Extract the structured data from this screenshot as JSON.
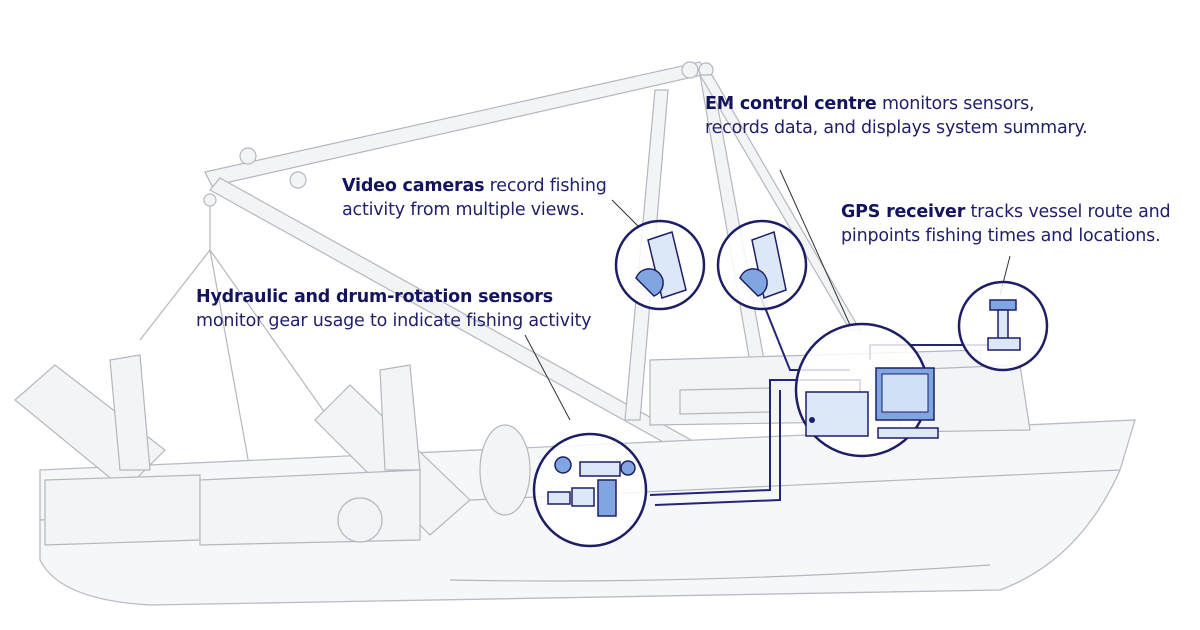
{
  "diagram": {
    "colors": {
      "text": "#1f1f6a",
      "outline": "#1e1e66",
      "device": "#7fa6e0",
      "vessel": "#b9bcc4"
    },
    "callouts": {
      "em_control": {
        "title": "EM control centre",
        "line1_rest": " monitors sensors,",
        "line2": "records data, and displays system summary."
      },
      "video_cameras": {
        "title": "Video cameras",
        "line1_rest": " record fishing",
        "line2": "activity from multiple views."
      },
      "gps": {
        "title": "GPS receiver",
        "line1_rest": " tracks vessel route and",
        "line2": "pinpoints fishing times and locations."
      },
      "sensors": {
        "title": "Hydraulic and drum-rotation sensors",
        "line2": "monitor gear usage to indicate fishing activity"
      }
    }
  }
}
